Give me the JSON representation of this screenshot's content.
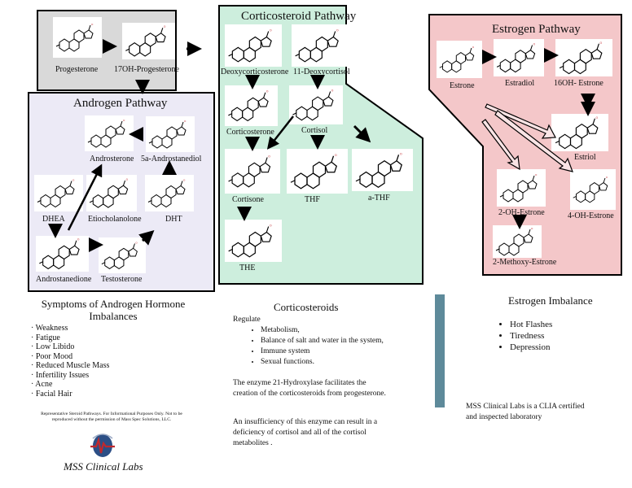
{
  "pathways": {
    "progesterone": {
      "molecules": [
        "Progesterone",
        "17OH-Progesterone"
      ]
    },
    "androgen": {
      "title": "Androgen Pathway",
      "molecules": [
        "Androsterone",
        "5a-Androstanediol",
        "DHEA",
        "Etiocholanolone",
        "DHT",
        "Androstanedione",
        "Testosterone"
      ]
    },
    "corticosteroid": {
      "title": "Corticosteroid Pathway",
      "molecules": [
        "Deoxycorticosterone",
        "11-Deoxycortisol",
        "Corticosterone",
        "Cortisol",
        "Cortisone",
        "THF",
        "a-THF",
        "THE"
      ]
    },
    "estrogen": {
      "title": "Estrogen Pathway",
      "molecules": [
        "Estrone",
        "Estradiol",
        "16OH- Estrone",
        "Estriol",
        "2-OH-Estrone",
        "4-OH-Estrone",
        "2-Methoxy-Estrone"
      ]
    }
  },
  "androgen_symptoms": {
    "title": "Symptoms of Androgen Hormone Imbalances",
    "items": [
      "· Weakness",
      "· Fatigue",
      "· Low Libido",
      "· Poor Mood",
      "· Reduced Muscle Mass",
      " · Infertility Issues",
      "· Acne",
      "· Facial Hair"
    ]
  },
  "corticosteroids": {
    "title": "Corticosteroids",
    "regulate_label": "Regulate",
    "items": [
      "Metabolism,",
      "Balance of salt and water in the system,",
      "Immune system",
      "Sexual functions."
    ],
    "paragraph1": "The enzyme 21-Hydroxylase facilitates the creation of the corticosteroids from progesterone.",
    "paragraph2": "An insufficiency of this enzyme can result in a deficiency of cortisol and all of the cortisol metabolites ."
  },
  "estrogen_imbalance": {
    "title": "Estrogen Imbalance",
    "items": [
      "Hot Flashes",
      "Tiredness",
      "Depression"
    ],
    "clia_note": "MSS Clinical Labs is a CLIA certified and inspected laboratory"
  },
  "disclaimer": "Representative Steroid Pathways. For Informational Purposes Only. Not to be reproduced without the permission of Mass Spec Solutions, LLC.",
  "logo": {
    "text": "MSS Clinical Labs"
  },
  "colors": {
    "progesterone_panel": "#d9d9d9",
    "androgen_panel": "#eceaf6",
    "corticosteroid_panel": "#cdeedd",
    "estrogen_panel": "#f4c7c9",
    "estrogen_sidebar": "#5e8a9a",
    "logo_accent": "#c0282d",
    "logo_blue": "#2c4f86"
  }
}
